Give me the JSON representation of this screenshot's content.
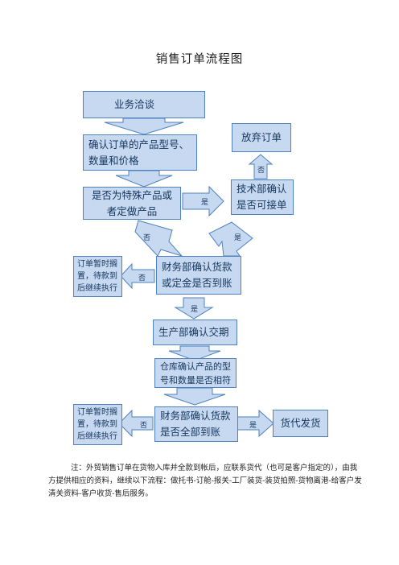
{
  "title": "销售订单流程图",
  "nodes": {
    "negotiation": "业务洽谈",
    "confirm_order": "确认订单的产品型号、数量和价格",
    "special_product": "是否为特殊产品或者定做产品",
    "tech_confirm": "技术部确认是否可接单",
    "abandon": "放弃订单",
    "finance_deposit": "财务部确认货款或定金是否到账",
    "hold_1": "订单暂时搁置，待款到后继续执行",
    "production": "生产部确认交期",
    "warehouse": "仓库确认产品的型号和数量是否相符",
    "finance_full": "财务部确认货款是否全部到账",
    "hold_2": "订单暂时搁置，待款到后继续执行",
    "ship": "货代发货"
  },
  "labels": {
    "yes_special": "是",
    "no_tech": "否",
    "no_special": "否",
    "yes_tech": "是",
    "no_deposit": "否",
    "yes_deposit": "是",
    "no_full": "否",
    "yes_full": "是"
  },
  "note": "注：外贸销售订单在货物入库并全款到帐后，应联系货代（也可是客户指定的），由我方提供相应的资料，继续以下流程：做托书-订舱-报关-工厂装货-装货拍照-货物离港-给客户发清关资料-客户收货-售后服务。",
  "colors": {
    "box_fill": "#c6d9f1",
    "box_border": "#4f81bd",
    "arrow_fill": "#c6d9f1",
    "text": "#17365d"
  }
}
